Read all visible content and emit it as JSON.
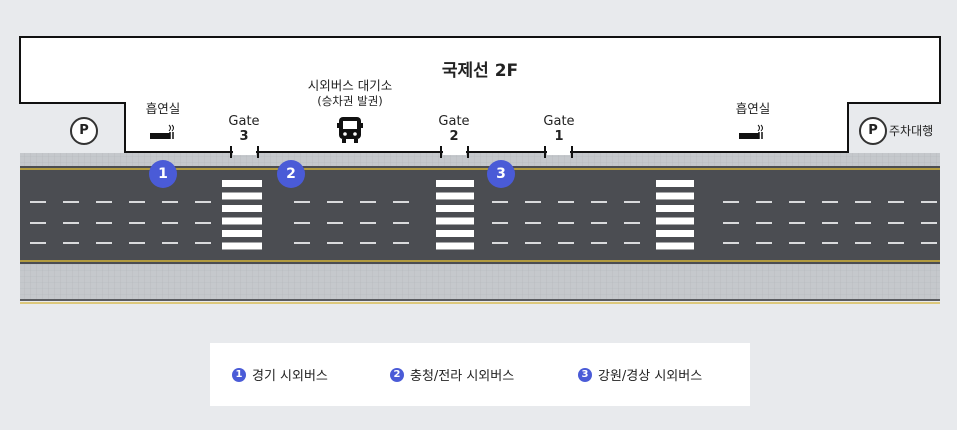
{
  "terminal": {
    "title": "국제선 2F"
  },
  "smoking_left": {
    "label": "흡연실",
    "icon": "cigarette-icon"
  },
  "smoking_right": {
    "label": "흡연실",
    "icon": "cigarette-icon"
  },
  "parking_left": {
    "symbol": "P"
  },
  "parking_right": {
    "symbol": "P",
    "label": "주차대행"
  },
  "bus_waiting": {
    "line1": "시외버스 대기소",
    "line2": "(승차권 발권)",
    "icon": "bus-icon"
  },
  "gates": [
    {
      "name": "Gate",
      "number": "3"
    },
    {
      "name": "Gate",
      "number": "2"
    },
    {
      "name": "Gate",
      "number": "1"
    }
  ],
  "stops": [
    {
      "number": "1"
    },
    {
      "number": "2"
    },
    {
      "number": "3"
    }
  ],
  "legend": [
    {
      "number": "1",
      "label": "경기 시외버스"
    },
    {
      "number": "2",
      "label": "충청/전라 시외버스"
    },
    {
      "number": "3",
      "label": "강원/경상 시외버스"
    }
  ],
  "colors": {
    "marker": "#4a5bd7",
    "road": "#4b4d52",
    "sidewalk": "#bfc2c6",
    "lane_yellow": "#d4b53a",
    "background": "#e8eaed"
  }
}
